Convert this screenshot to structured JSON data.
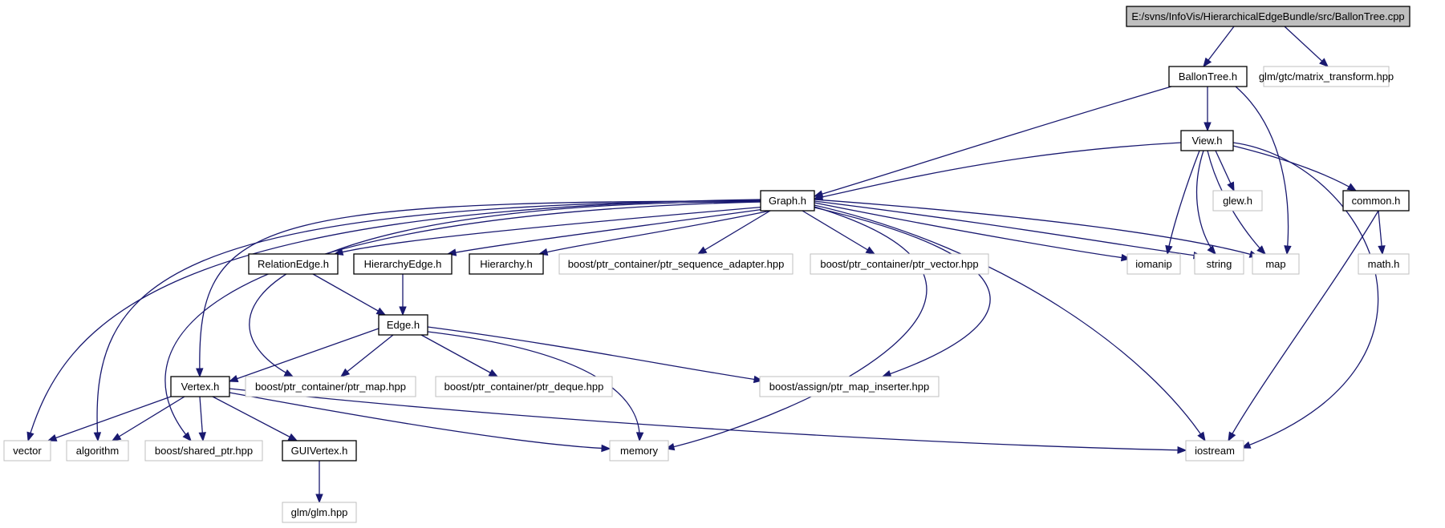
{
  "diagram": {
    "type": "include-dependency-graph",
    "colors": {
      "edge": "#191970",
      "root_fill": "#bfbfbf",
      "node_border": "#000000",
      "external_border": "#bfbfbf",
      "background": "#ffffff"
    },
    "nodes": [
      {
        "id": "root",
        "label": "E:/svns/InfoVis/HierarchicalEdgeBundle/src/BallonTree.cpp",
        "kind": "root"
      },
      {
        "id": "ballontree_h",
        "label": "BallonTree.h",
        "kind": "documented"
      },
      {
        "id": "glm_matrix",
        "label": "glm/gtc/matrix_transform.hpp",
        "kind": "external"
      },
      {
        "id": "view_h",
        "label": "View.h",
        "kind": "documented"
      },
      {
        "id": "graph_h",
        "label": "Graph.h",
        "kind": "documented"
      },
      {
        "id": "glew_h",
        "label": "glew.h",
        "kind": "external"
      },
      {
        "id": "common_h",
        "label": "common.h",
        "kind": "documented"
      },
      {
        "id": "relationedge_h",
        "label": "RelationEdge.h",
        "kind": "documented"
      },
      {
        "id": "hierarchyedge_h",
        "label": "HierarchyEdge.h",
        "kind": "documented"
      },
      {
        "id": "hierarchy_h",
        "label": "Hierarchy.h",
        "kind": "documented"
      },
      {
        "id": "ptr_seq",
        "label": "boost/ptr_container/ptr_sequence_adapter.hpp",
        "kind": "external"
      },
      {
        "id": "ptr_vector",
        "label": "boost/ptr_container/ptr_vector.hpp",
        "kind": "external"
      },
      {
        "id": "iomanip",
        "label": "iomanip",
        "kind": "external"
      },
      {
        "id": "string",
        "label": "string",
        "kind": "external"
      },
      {
        "id": "map",
        "label": "map",
        "kind": "external"
      },
      {
        "id": "math_h",
        "label": "math.h",
        "kind": "external"
      },
      {
        "id": "edge_h",
        "label": "Edge.h",
        "kind": "documented"
      },
      {
        "id": "vertex_h",
        "label": "Vertex.h",
        "kind": "documented"
      },
      {
        "id": "ptr_map",
        "label": "boost/ptr_container/ptr_map.hpp",
        "kind": "external"
      },
      {
        "id": "ptr_deque",
        "label": "boost/ptr_container/ptr_deque.hpp",
        "kind": "external"
      },
      {
        "id": "ptr_map_inserter",
        "label": "boost/assign/ptr_map_inserter.hpp",
        "kind": "external"
      },
      {
        "id": "vector",
        "label": "vector",
        "kind": "external"
      },
      {
        "id": "algorithm",
        "label": "algorithm",
        "kind": "external"
      },
      {
        "id": "shared_ptr",
        "label": "boost/shared_ptr.hpp",
        "kind": "external"
      },
      {
        "id": "guivertex_h",
        "label": "GUIVertex.h",
        "kind": "documented"
      },
      {
        "id": "memory",
        "label": "memory",
        "kind": "external"
      },
      {
        "id": "iostream",
        "label": "iostream",
        "kind": "external"
      },
      {
        "id": "glm_hpp",
        "label": "glm/glm.hpp",
        "kind": "external"
      }
    ],
    "edges": [
      [
        "root",
        "ballontree_h"
      ],
      [
        "root",
        "glm_matrix"
      ],
      [
        "ballontree_h",
        "view_h"
      ],
      [
        "ballontree_h",
        "graph_h"
      ],
      [
        "ballontree_h",
        "map"
      ],
      [
        "view_h",
        "graph_h"
      ],
      [
        "view_h",
        "glew_h"
      ],
      [
        "view_h",
        "common_h"
      ],
      [
        "view_h",
        "iomanip"
      ],
      [
        "view_h",
        "string"
      ],
      [
        "view_h",
        "map"
      ],
      [
        "view_h",
        "iostream"
      ],
      [
        "common_h",
        "math_h"
      ],
      [
        "common_h",
        "iostream"
      ],
      [
        "graph_h",
        "relationedge_h"
      ],
      [
        "graph_h",
        "hierarchyedge_h"
      ],
      [
        "graph_h",
        "hierarchy_h"
      ],
      [
        "graph_h",
        "ptr_seq"
      ],
      [
        "graph_h",
        "ptr_vector"
      ],
      [
        "graph_h",
        "iomanip"
      ],
      [
        "graph_h",
        "string"
      ],
      [
        "graph_h",
        "map"
      ],
      [
        "graph_h",
        "iostream"
      ],
      [
        "graph_h",
        "memory"
      ],
      [
        "graph_h",
        "ptr_map_inserter"
      ],
      [
        "graph_h",
        "ptr_map"
      ],
      [
        "graph_h",
        "vertex_h"
      ],
      [
        "graph_h",
        "vector"
      ],
      [
        "graph_h",
        "algorithm"
      ],
      [
        "graph_h",
        "shared_ptr"
      ],
      [
        "relationedge_h",
        "edge_h"
      ],
      [
        "hierarchyedge_h",
        "edge_h"
      ],
      [
        "edge_h",
        "vertex_h"
      ],
      [
        "edge_h",
        "ptr_map"
      ],
      [
        "edge_h",
        "ptr_deque"
      ],
      [
        "edge_h",
        "ptr_map_inserter"
      ],
      [
        "edge_h",
        "memory"
      ],
      [
        "vertex_h",
        "vector"
      ],
      [
        "vertex_h",
        "algorithm"
      ],
      [
        "vertex_h",
        "shared_ptr"
      ],
      [
        "vertex_h",
        "guivertex_h"
      ],
      [
        "vertex_h",
        "memory"
      ],
      [
        "vertex_h",
        "iostream"
      ],
      [
        "guivertex_h",
        "glm_hpp"
      ]
    ]
  }
}
